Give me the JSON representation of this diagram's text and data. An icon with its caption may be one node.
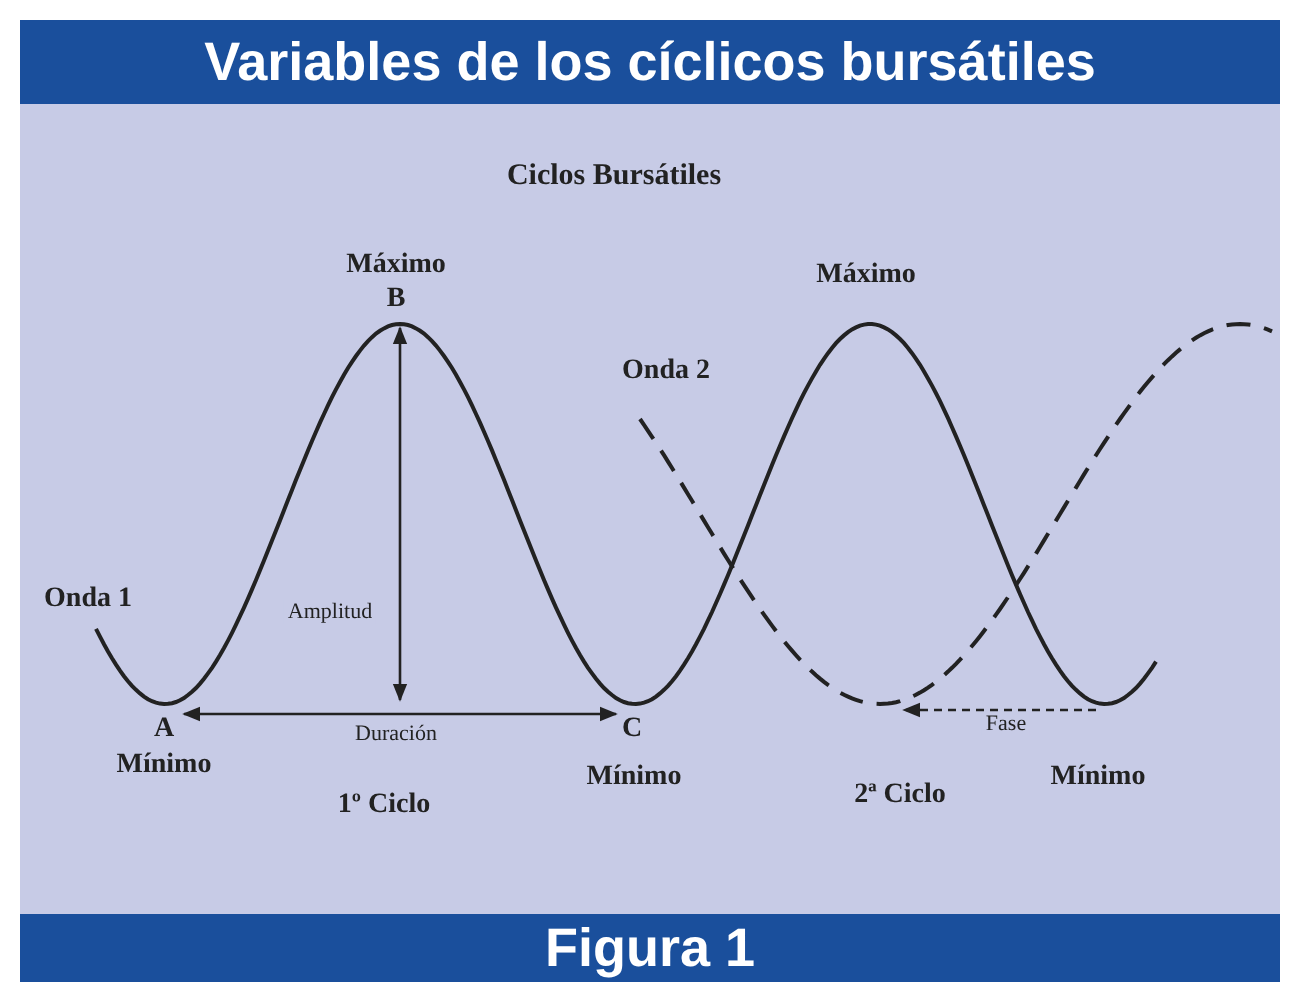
{
  "diagram": {
    "title": "Variables de los cíclicos bursátiles",
    "caption": "Figura 1",
    "labels": [
      "Ciclos Bursátiles",
      "Máximo",
      "B",
      "Onda 2",
      "Máximo",
      "Onda 1",
      "Amplitud",
      "A",
      "Duración",
      "C",
      "Fase",
      "Mínimo",
      "1º Ciclo",
      "Mínimo",
      "2ª Ciclo",
      "Mínimo"
    ]
  }
}
